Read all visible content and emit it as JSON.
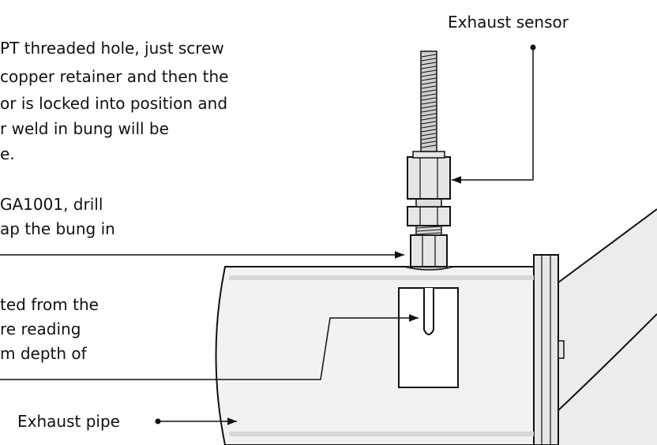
{
  "colors": {
    "ink": "#111111",
    "pipe_fill": "#f2f2f2",
    "metal_fill": "#e6e6e6",
    "background": "#ffffff"
  },
  "labels": {
    "sensor": "Exhaust sensor",
    "pipe": "Exhaust pipe"
  },
  "notes": {
    "note1": [
      "PT threaded hole, just screw",
      "copper retainer and then the",
      "or is locked into position and",
      "r weld in bung will be",
      "e."
    ],
    "note2": [
      "GA1001, drill",
      "ap the bung in"
    ],
    "note3": [
      "ted from the",
      "re reading",
      "m depth of"
    ]
  }
}
